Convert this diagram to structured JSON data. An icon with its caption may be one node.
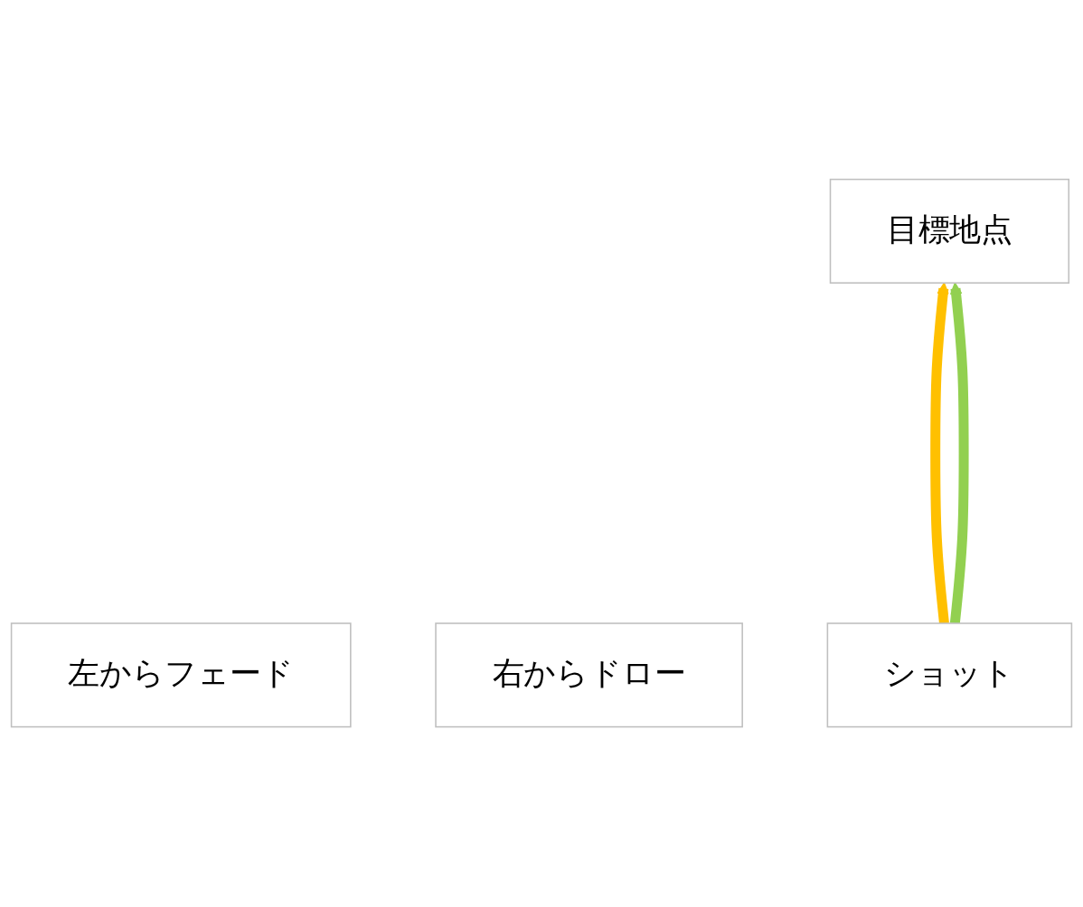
{
  "diagram": {
    "nodes": [
      {
        "text": [
          "目標地点"
        ]
      },
      {
        "text": [
          "左からフェード"
        ]
      },
      {
        "text": [
          "右からドロー"
        ]
      },
      {
        "text": [
          "ショット"
        ]
      }
    ],
    "edges": [
      {
        "from": 3,
        "to": 0,
        "arrow": "to",
        "color": "#ffc000"
      },
      {
        "from": 3,
        "to": 0,
        "arrow": "to",
        "color": "#92d050"
      }
    ]
  }
}
